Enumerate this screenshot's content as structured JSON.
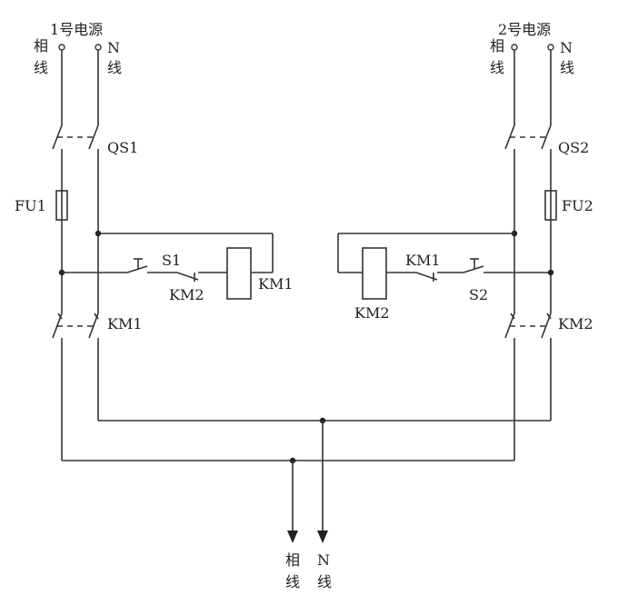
{
  "colors": {
    "wire": "#333333",
    "text": "#222222",
    "background": "#ffffff"
  },
  "source1": {
    "title": "1号电源",
    "phase": [
      "相",
      "线"
    ],
    "neutral": [
      "N",
      "线"
    ],
    "switch": "QS1",
    "fuse": "FU1"
  },
  "source2": {
    "title": "2号电源",
    "phase": [
      "相",
      "线"
    ],
    "neutral": [
      "N",
      "线"
    ],
    "switch": "QS2",
    "fuse": "FU2"
  },
  "circuit1": {
    "button": "S1",
    "interlock_contact": "KM2",
    "coil": "KM1",
    "main_contact": "KM1"
  },
  "circuit2": {
    "interlock_contact": "KM1",
    "button": "S2",
    "coil": "KM2",
    "main_contact": "KM2"
  },
  "output": {
    "phase": [
      "相",
      "线"
    ],
    "neutral": [
      "N",
      "线"
    ]
  }
}
